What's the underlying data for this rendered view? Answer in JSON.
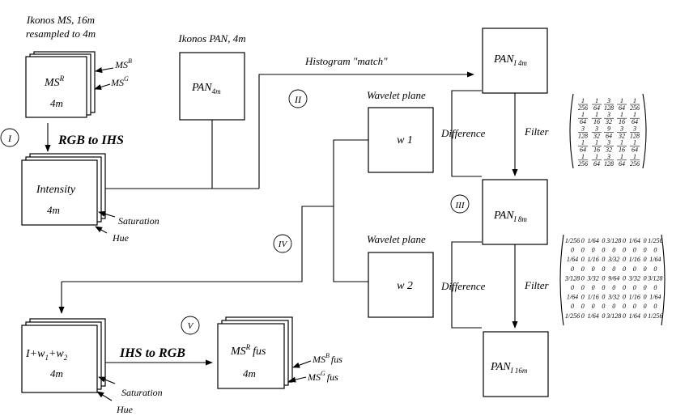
{
  "captions": {
    "ikonos_ms_line1": "Ikonos MS, 16m",
    "ikonos_ms_line2": "resampled to 4m",
    "ikonos_pan": "Ikonos PAN, 4m",
    "histogram_match": "Histogram  \"match\"",
    "rgb_to_ihs": "RGB to IHS",
    "ihs_to_rgb": "IHS to RGB",
    "wavelet_plane_1": "Wavelet plane",
    "wavelet_plane_2": "Wavelet plane",
    "difference_1": "Difference",
    "difference_2": "Difference",
    "filter_1": "Filter",
    "filter_2": "Filter",
    "saturation_1": "Saturation",
    "hue_1": "Hue",
    "saturation_2": "Saturation",
    "hue_2": "Hue"
  },
  "steps": {
    "i": "I",
    "ii": "II",
    "iii": "III",
    "iv": "IV",
    "v": "V"
  },
  "boxes": {
    "ms": {
      "main": "MS",
      "sup": "R",
      "res": "4m",
      "band_b": "MS",
      "band_b_sup": "B",
      "band_g": "MS",
      "band_g_sup": "G"
    },
    "pan4": {
      "main": "PAN",
      "sub": "4m"
    },
    "intensity": {
      "label": "Intensity",
      "res": "4m"
    },
    "pan_i4": {
      "main": "PAN",
      "sub": "I 4m"
    },
    "w1": {
      "label": "w 1"
    },
    "w2": {
      "label": "w 2"
    },
    "pan_i8": {
      "main": "PAN",
      "sub": "I 8m"
    },
    "pan_i16": {
      "main": "PAN",
      "sub": "I 16m"
    },
    "fused_i": {
      "a": "I+w",
      "a_sub": "1",
      "b": "+w",
      "b_sub": "2",
      "res": "4m"
    },
    "ms_fus": {
      "main": "MS",
      "sup": "R",
      "tail": "fus",
      "res": "4m",
      "band_b": "MS",
      "band_b_sup": "B",
      "band_b_tail": "fus",
      "band_g": "MS",
      "band_g_sup": "G",
      "band_g_tail": "fus"
    }
  },
  "filters": {
    "filter_1": [
      [
        [
          1,
          256
        ],
        [
          1,
          64
        ],
        [
          3,
          128
        ],
        [
          1,
          64
        ],
        [
          1,
          256
        ]
      ],
      [
        [
          1,
          64
        ],
        [
          1,
          16
        ],
        [
          3,
          32
        ],
        [
          1,
          16
        ],
        [
          1,
          64
        ]
      ],
      [
        [
          3,
          128
        ],
        [
          3,
          32
        ],
        [
          9,
          64
        ],
        [
          3,
          32
        ],
        [
          3,
          128
        ]
      ],
      [
        [
          1,
          64
        ],
        [
          1,
          16
        ],
        [
          3,
          32
        ],
        [
          1,
          16
        ],
        [
          1,
          64
        ]
      ],
      [
        [
          1,
          256
        ],
        [
          1,
          64
        ],
        [
          3,
          128
        ],
        [
          1,
          64
        ],
        [
          1,
          256
        ]
      ]
    ],
    "filter_2": [
      [
        "1/256",
        "0",
        "1/64",
        "0",
        "3/128",
        "0",
        "1/64",
        "0",
        "1/256"
      ],
      [
        "0",
        "0",
        "0",
        "0",
        "0",
        "0",
        "0",
        "0",
        "0"
      ],
      [
        "1/64",
        "0",
        "1/16",
        "0",
        "3/32",
        "0",
        "1/16",
        "0",
        "1/64"
      ],
      [
        "0",
        "0",
        "0",
        "0",
        "0",
        "0",
        "0",
        "0",
        "0"
      ],
      [
        "3/128",
        "0",
        "3/32",
        "0",
        "9/64",
        "0",
        "3/32",
        "0",
        "3/128"
      ],
      [
        "0",
        "0",
        "0",
        "0",
        "0",
        "0",
        "0",
        "0",
        "0"
      ],
      [
        "1/64",
        "0",
        "1/16",
        "0",
        "3/32",
        "0",
        "1/16",
        "0",
        "1/64"
      ],
      [
        "0",
        "0",
        "0",
        "0",
        "0",
        "0",
        "0",
        "0",
        "0"
      ],
      [
        "1/256",
        "0",
        "1/64",
        "0",
        "3/128",
        "0",
        "1/64",
        "0",
        "1/256"
      ]
    ]
  }
}
